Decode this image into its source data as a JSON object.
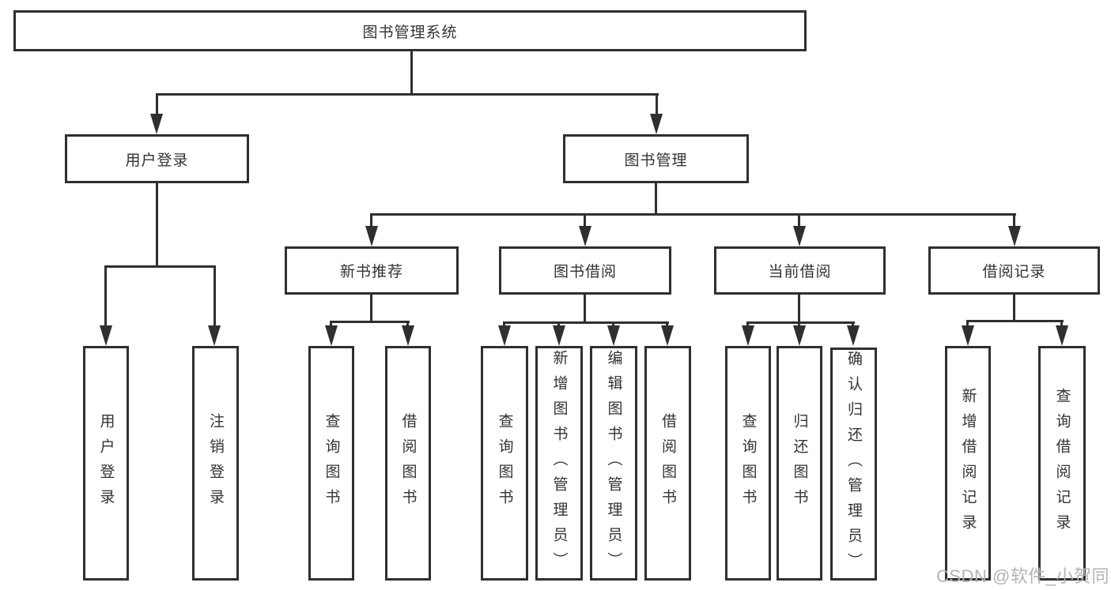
{
  "diagram": {
    "root": {
      "label": "图书管理系统"
    },
    "branches": [
      {
        "label": "用户登录",
        "children": [
          "用户登录",
          "注销登录"
        ]
      },
      {
        "label": "图书管理",
        "children": [
          {
            "label": "新书推荐",
            "children": [
              "查询图书",
              "借阅图书"
            ]
          },
          {
            "label": "图书借阅",
            "children": [
              "查询图书",
              "新增图书（管理员）",
              "编辑图书（管理员）",
              "借阅图书"
            ]
          },
          {
            "label": "当前借阅",
            "children": [
              "查询图书",
              "归还图书",
              "确认归还（管理员）"
            ]
          },
          {
            "label": "借阅记录",
            "children": [
              "新增借阅记录",
              "查询借阅记录"
            ]
          }
        ]
      }
    ],
    "watermark": "CSDN @软件_小贺同学",
    "colors": {
      "line": "#2f2f2f",
      "text": "#333333",
      "watermark": "#b3b3b3",
      "background": "#ffffff"
    }
  }
}
